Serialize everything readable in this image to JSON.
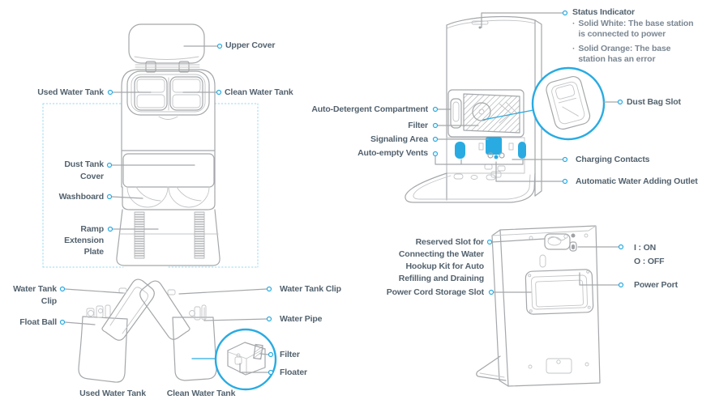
{
  "chars": {
    "bullet": "·"
  },
  "palette": {
    "callout_blue": "#29ABE2",
    "outline_gray": "#A4A7AA",
    "label_color": "#53626E",
    "note_color": "#7C8893",
    "dotted_box_blue": "#97D8F1"
  },
  "left_front": {
    "labels": {
      "upper_cover": "Upper Cover",
      "used_water_tank": "Used Water Tank",
      "clean_water_tank": "Clean Water Tank",
      "dust_tank_cover": "Dust Tank\nCover",
      "washboard": "Washboard",
      "ramp_extension_plate": "Ramp\nExtension\nPlate"
    }
  },
  "tanks": {
    "labels": {
      "water_tank_clip_left": "Water Tank\nClip",
      "float_ball": "Float Ball",
      "water_tank_clip_right": "Water Tank Clip",
      "water_pipe": "Water Pipe",
      "filter": "Filter",
      "floater": "Floater"
    },
    "captions": {
      "used": "Used Water Tank",
      "clean": "Clean Water Tank"
    }
  },
  "right_front": {
    "labels": {
      "status_indicator": "Status Indicator",
      "status_notes": [
        "Solid White: The base station\nis connected to power",
        "Solid Orange: The base\nstation has an error"
      ],
      "auto_detergent_compartment": "Auto-Detergent Compartment",
      "filter": "Filter",
      "signaling_area": "Signaling Area",
      "auto_empty_vents": "Auto-empty Vents",
      "dust_bag_slot": "Dust Bag Slot",
      "charging_contacts": "Charging Contacts",
      "automatic_water_adding_outlet": "Automatic Water Adding Outlet"
    }
  },
  "rear": {
    "labels": {
      "reserved_slot": "Reserved Slot for\nConnecting the Water\nHookup Kit for Auto\nRefilling and Draining",
      "power_cord_storage_slot": "Power Cord Storage Slot",
      "switch_legend": "I : ON\nO : OFF",
      "power_port": "Power Port"
    }
  }
}
